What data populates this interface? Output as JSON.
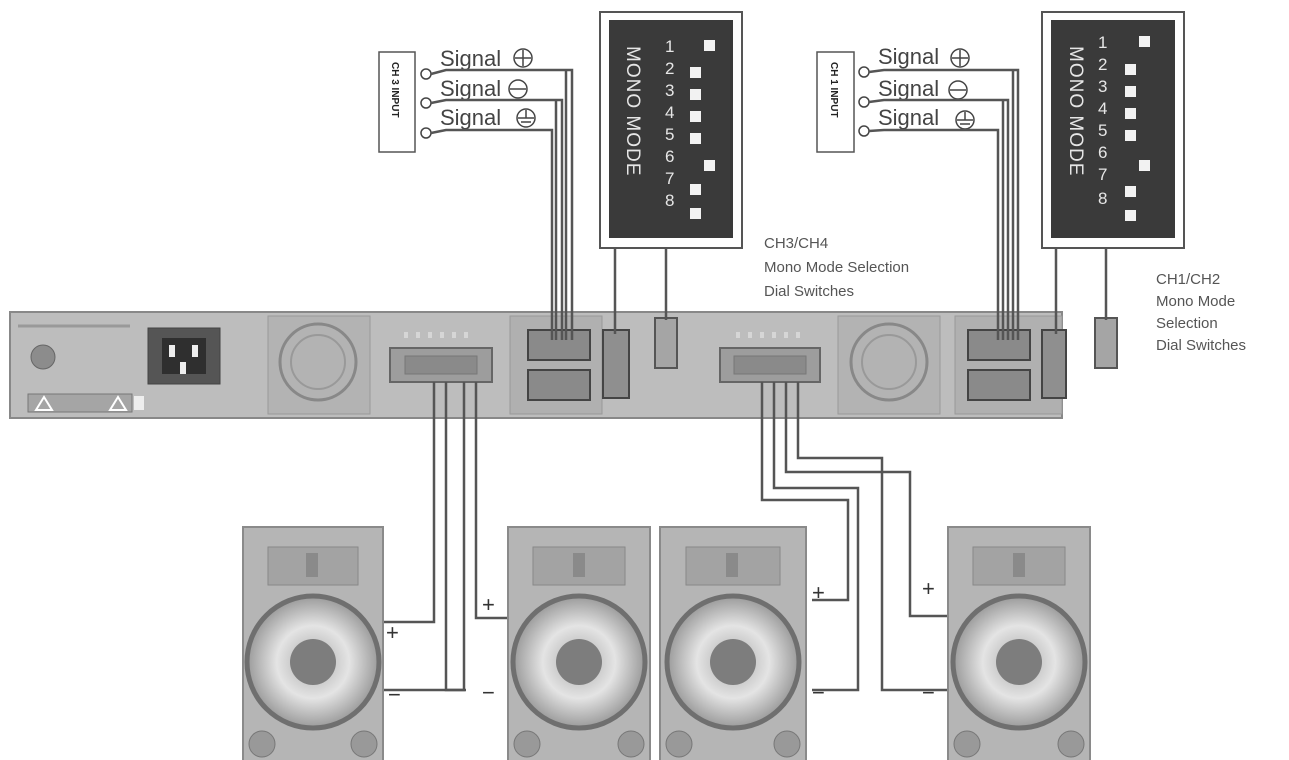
{
  "ch34": {
    "input_label": "CH 3 INPUT",
    "signals": [
      "Signal",
      "Signal",
      "Signal"
    ],
    "dip_title": "MONO MODE",
    "dip_numbers": [
      "1",
      "2",
      "3",
      "4",
      "5",
      "6",
      "7",
      "8"
    ],
    "caption": [
      "CH3/CH4",
      "Mono Mode Selection",
      "Dial Switches"
    ]
  },
  "ch12": {
    "input_label": "CH 1 INPUT",
    "signals": [
      "Signal",
      "Signal",
      "Signal"
    ],
    "dip_title": "MONO MODE",
    "dip_numbers": [
      "1",
      "2",
      "3",
      "4",
      "5",
      "6",
      "7",
      "8"
    ],
    "caption": [
      "CH1/CH2",
      "Mono Mode",
      "Selection",
      "Dial Switches"
    ]
  },
  "speakers": [
    {
      "plus": "+",
      "minus": "−"
    },
    {
      "plus": "+",
      "minus": "−"
    },
    {
      "plus": "+",
      "minus": "−"
    },
    {
      "plus": "+",
      "minus": "−"
    }
  ],
  "colors": {
    "panel": "#bdbdbd",
    "dip_body": "#3a3a3a",
    "wire": "#555555",
    "speaker": "#b5b5b5"
  }
}
